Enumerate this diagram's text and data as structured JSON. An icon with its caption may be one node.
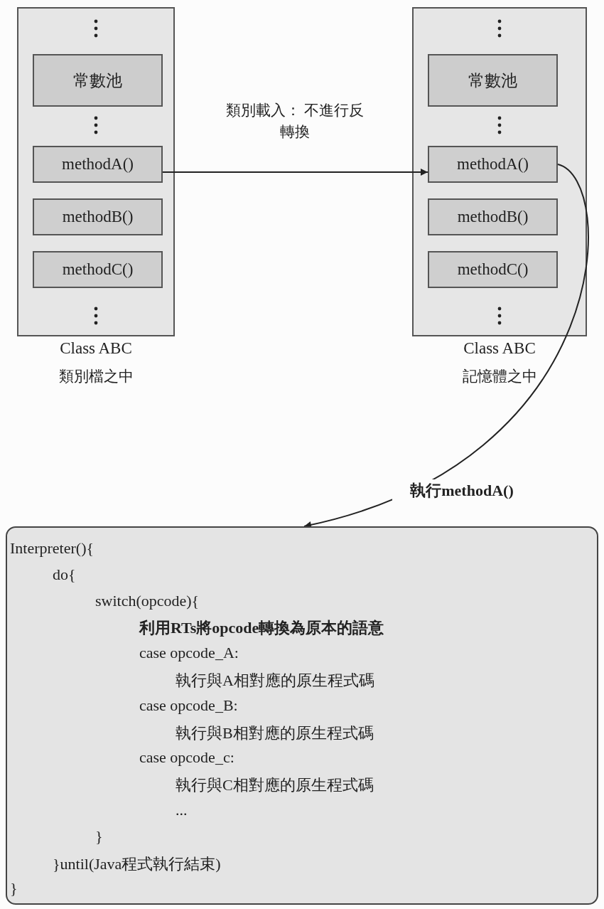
{
  "diagram": {
    "nodes": [
      {
        "text": [
          "Class ABC",
          "類別檔之中"
        ]
      },
      {
        "text": [
          "常數池"
        ],
        "in": 0
      },
      {
        "text": [
          "methodA()"
        ],
        "in": 0
      },
      {
        "text": [
          "methodB()"
        ],
        "in": 0
      },
      {
        "text": [
          "methodC()"
        ],
        "in": 0
      },
      {
        "text": [
          "Class ABC",
          "記憶體之中"
        ]
      },
      {
        "text": [
          "常數池"
        ],
        "in": 5
      },
      {
        "text": [
          "methodA()"
        ],
        "in": 5
      },
      {
        "text": [
          "methodB()"
        ],
        "in": 5
      },
      {
        "text": [
          "methodC()"
        ],
        "in": 5
      },
      {
        "text": [
          "Interpreter(){",
          "do{",
          "switch(opcode){",
          "利用RTs將opcode轉換為原本的語意",
          "case opcode_A:",
          "執行與A相對應的原生程式碼",
          "case opcode_B:",
          "執行與B相對應的原生程式碼",
          "case opcode_c:",
          "執行與C相對應的原生程式碼",
          "...",
          "}",
          "}until(Java程式執行結束)",
          "}"
        ]
      }
    ],
    "edges": [
      {
        "from": 2,
        "to": 7,
        "arrow": "to",
        "label": "類別載入： 不進行反轉換"
      },
      {
        "from": 7,
        "to": 10,
        "arrow": "to",
        "label": "執行methodA()"
      }
    ]
  }
}
